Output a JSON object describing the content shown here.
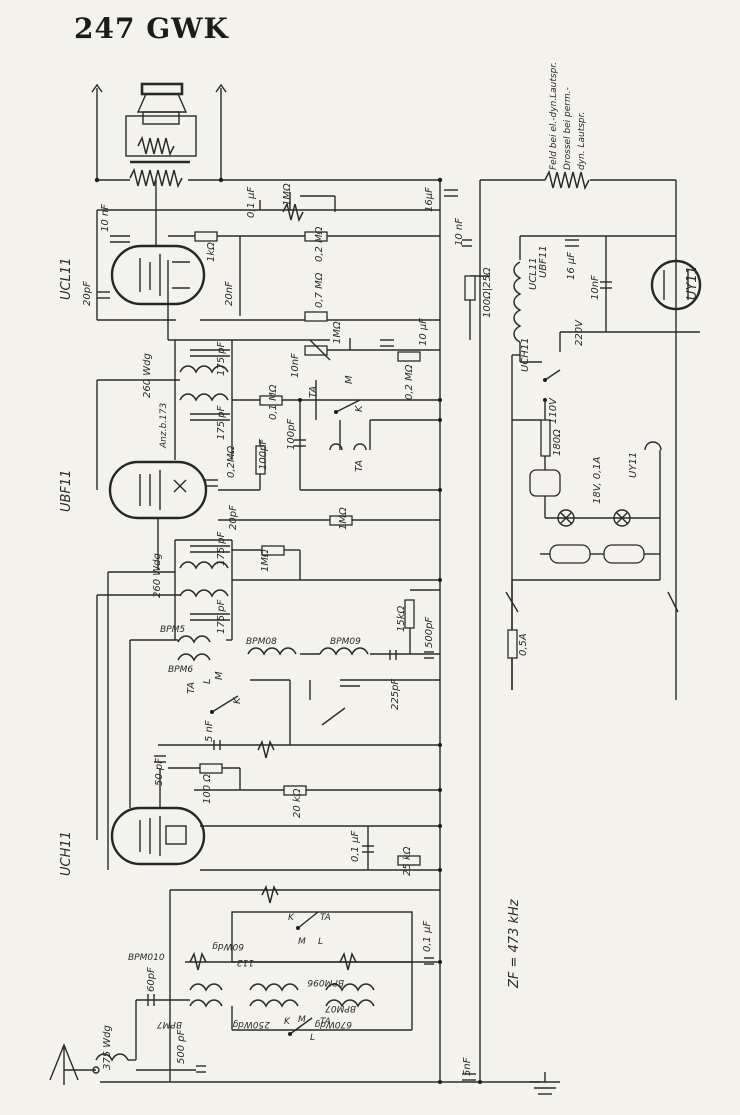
{
  "title": "247 GWK",
  "tubes": {
    "ucl11": "UCL11",
    "ubf11": "UBF11",
    "uch11": "UCH11",
    "uy11": "UY11"
  },
  "labels": {
    "c_10nf_top": "10 nF",
    "c_20pf_ucl": "20pF",
    "c_01uf": "0,1 µF",
    "r_1mohm_top": "1MΩ",
    "c_16uf_top": "16µF",
    "r_1kohm": "1kΩ",
    "r_02mohm_a": "0,2 MΩ",
    "c_20nf": "20nF",
    "r_07mohm": "0,7 MΩ",
    "c_10nf_b": "10 nF",
    "r_100_25": "100Ω|25Ω",
    "field_note_1": "Feld bei el.-dyn.Lautspr.",
    "field_note_2": "Drossel bei perm.-",
    "field_note_3": "dyn. Lautspr.",
    "c_16uf_right": "16 µF",
    "c_10nf_right": "10nF",
    "c_175pf_1": "175 pF",
    "wdg_260_1": "260 Wdg",
    "anz": "Anz.b.173",
    "r_1mohm_mid": "1MΩ",
    "c_10nf_mid": "10nF",
    "c_10uf_mid": "10 µF",
    "ta_1": "TA",
    "m_1": "M",
    "k_1": "K",
    "r_01mohm": "0,1 MΩ",
    "c_100pf": "100pF",
    "r_02mohm_b": "0,2MΩ",
    "c_100pf_b": "100pF",
    "r_02mohm_c": "0,2 MΩ",
    "ta_2": "TA",
    "c_175pf_2": "175 pF",
    "c_20pf_ubf": "20pF",
    "r_1mohm_ubf": "1MΩ",
    "c_175pf_3": "175 pF",
    "r_1mohm_c": "1MΩ",
    "wdg_260_2": "260 Wdg",
    "c_175pf_4": "175 pF",
    "bpm5": "BPM5",
    "bpm6": "BPM6",
    "bpm08": "BPM08",
    "bpm09": "BPM09",
    "r_15k": "15kΩ",
    "c_500pf": "500pF",
    "ta_3": "TA",
    "l_3": "L",
    "m_3": "M",
    "k_3": "K",
    "c_225pf": "225pF",
    "c_5nf": "5 nF",
    "c_50pf": "50 pF",
    "r_100": "100 Ω",
    "r_20k": "20 kΩ",
    "c_01uf_b": "0,1 µF",
    "r_25k": "25 kΩ",
    "wdg_60": "60Wdg",
    "wdg_112": "112",
    "ta_4": "TA",
    "l_4": "L",
    "m_4": "M",
    "k_4": "K",
    "c_01uf_c": "0,1 µF",
    "bpm010": "BPM010",
    "c_60pf": "60pF",
    "bpm096": "BPM096",
    "bpm7": "BPM7",
    "wdg_250": "250Wdg",
    "bpm07": "BPM07",
    "wdg_670": "670Wdg",
    "wdg_375": "375 Wdg",
    "c_500pf_b": "500 pF",
    "ta_5": "TA",
    "l_5": "L",
    "m_5": "M",
    "k_5": "K",
    "c_5nf_b": "5nF",
    "zf": "ZF = 473 kHz",
    "uch11_r": "UCH11",
    "ubf11_r": "UBF11",
    "ucl11_r": "UCL11",
    "v220": "220V",
    "v110": "110V",
    "r_180": "180Ω",
    "lamp": "18V, 0,1A",
    "uy11_small": "UY11",
    "fuse": "0,5A"
  }
}
